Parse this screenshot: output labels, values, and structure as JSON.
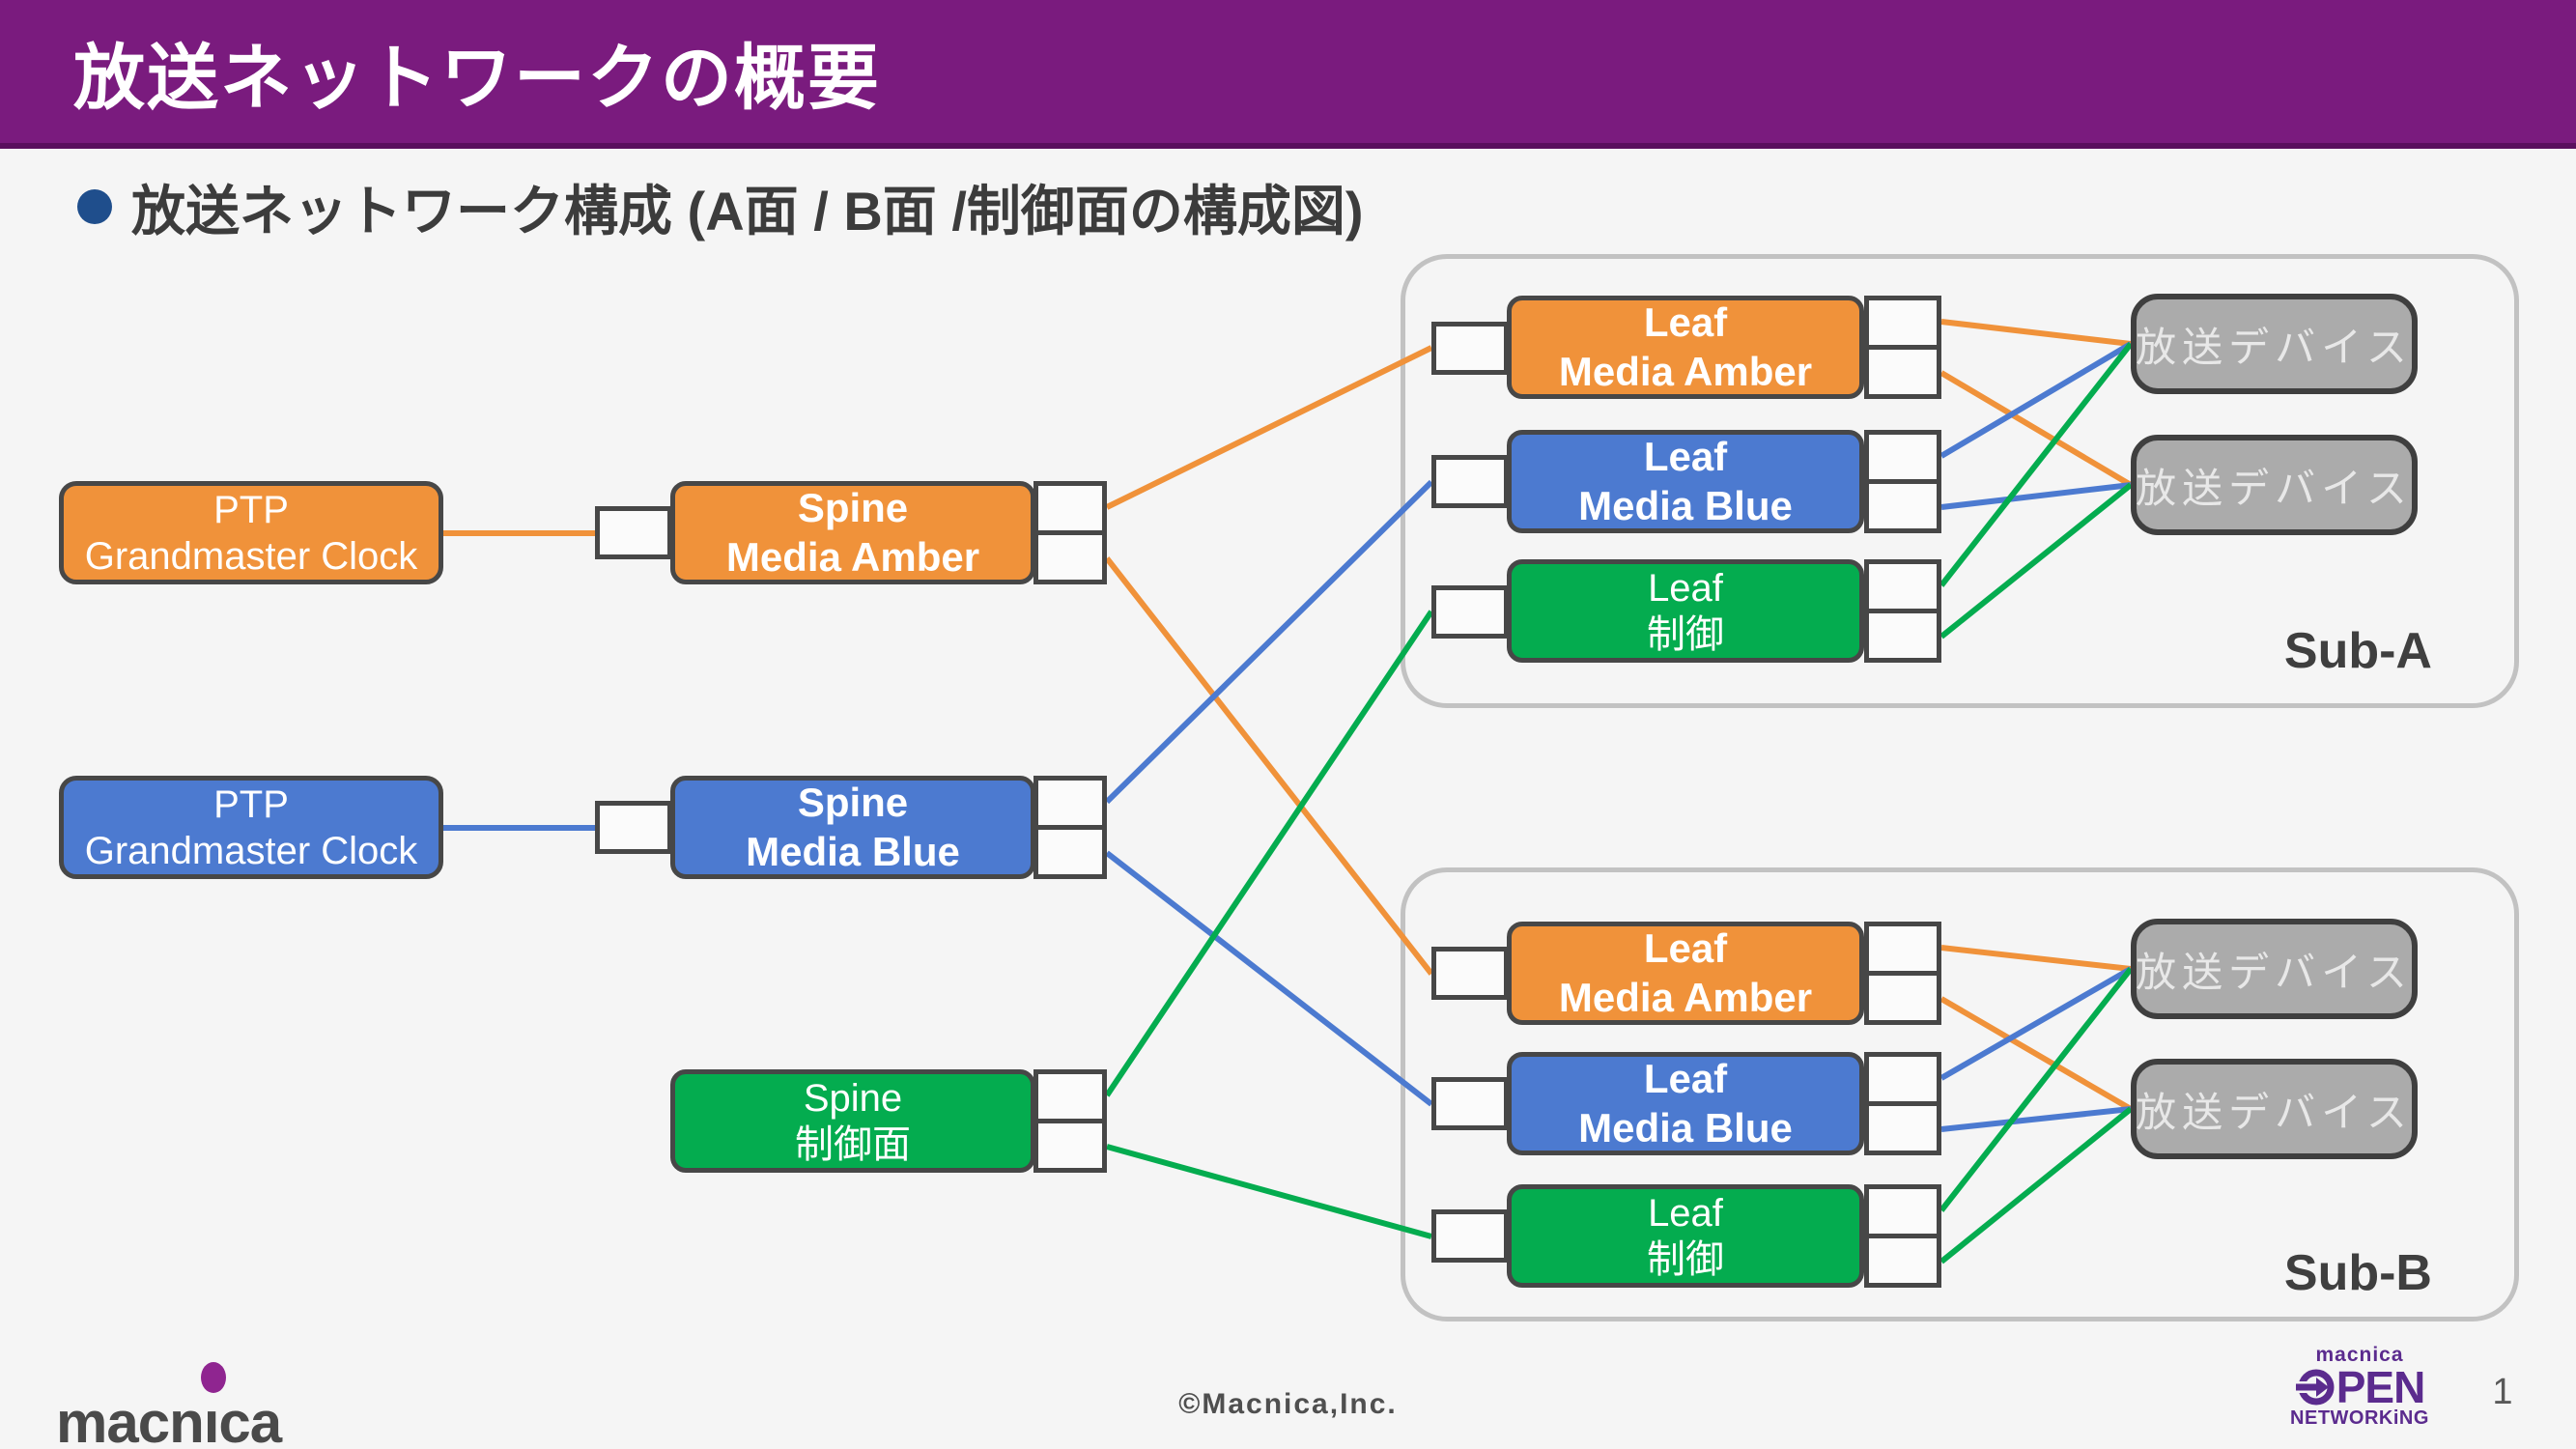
{
  "slide": {
    "title": "放送ネットワークの概要",
    "subtitle": "放送ネットワーク構成 (A面 / B面 /制御面の構成図)",
    "copyright": "©Macnica,Inc.",
    "page_number": "1"
  },
  "nodes": {
    "ptp": {
      "line1": "PTP",
      "line2": "Grandmaster Clock"
    },
    "spine_amber": {
      "line1": "Spine",
      "line2": "Media Amber"
    },
    "spine_blue": {
      "line1": "Spine",
      "line2": "Media Blue"
    },
    "spine_control": {
      "line1": "Spine",
      "line2": "制御面"
    },
    "leaf_amber": {
      "line1": "Leaf",
      "line2": "Media Amber"
    },
    "leaf_blue": {
      "line1": "Leaf",
      "line2": "Media Blue"
    },
    "leaf_control": {
      "line1": "Leaf",
      "line2": "制御"
    },
    "device": {
      "label": "放送デバイス"
    }
  },
  "groups": {
    "sub_a": {
      "label": "Sub-A"
    },
    "sub_b": {
      "label": "Sub-B"
    }
  },
  "footer_logo": {
    "word": "macnica",
    "pre_i": "macn",
    "dotless_i": "ı",
    "post_i": "ca"
  },
  "open_networking_logo": {
    "top": "macnica",
    "mid": "PEN",
    "bottom": "NETWORKiNG"
  },
  "colors": {
    "header_purple": "#7A1B7E",
    "header_strip": "#5A0F5E",
    "page_bg": "#F5F5F5",
    "amber": "#F0923A",
    "blue": "#4C7AD0",
    "green": "#04AC4F",
    "outline": "#474747",
    "port_fill": "#FBFBFB",
    "device_fill": "#ABABAB",
    "device_border": "#3F3F3F",
    "device_text": "#E8E8E8",
    "group_border": "#C2C2C2",
    "group_label": "#3F3F3F",
    "subtitle_text": "#3C3C3C",
    "bullet_navy": "#1F4E8C",
    "logo_gray": "#4A4A4A",
    "logo_purple_dot": "#8F2590",
    "brand_purple": "#5B2B8E",
    "copyright_gray": "#4F4F4F"
  }
}
